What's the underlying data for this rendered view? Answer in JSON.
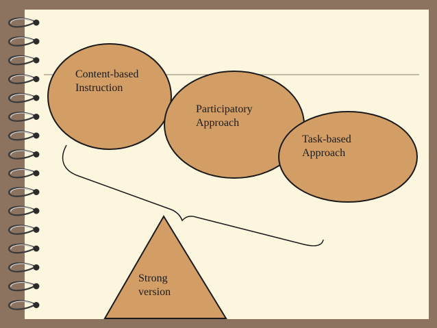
{
  "diagram": {
    "ellipses": [
      {
        "label": "Content-based\nInstruction"
      },
      {
        "label": "Participatory\nApproach"
      },
      {
        "label": "Task-based\nApproach"
      }
    ],
    "triangle": {
      "label": "Strong\nversion"
    }
  },
  "colors": {
    "background": "#8b7360",
    "page": "#fcf6de",
    "shape_fill": "#d39e66",
    "outline": "#1a1a1a",
    "rule_line": "#8a7a6a"
  }
}
